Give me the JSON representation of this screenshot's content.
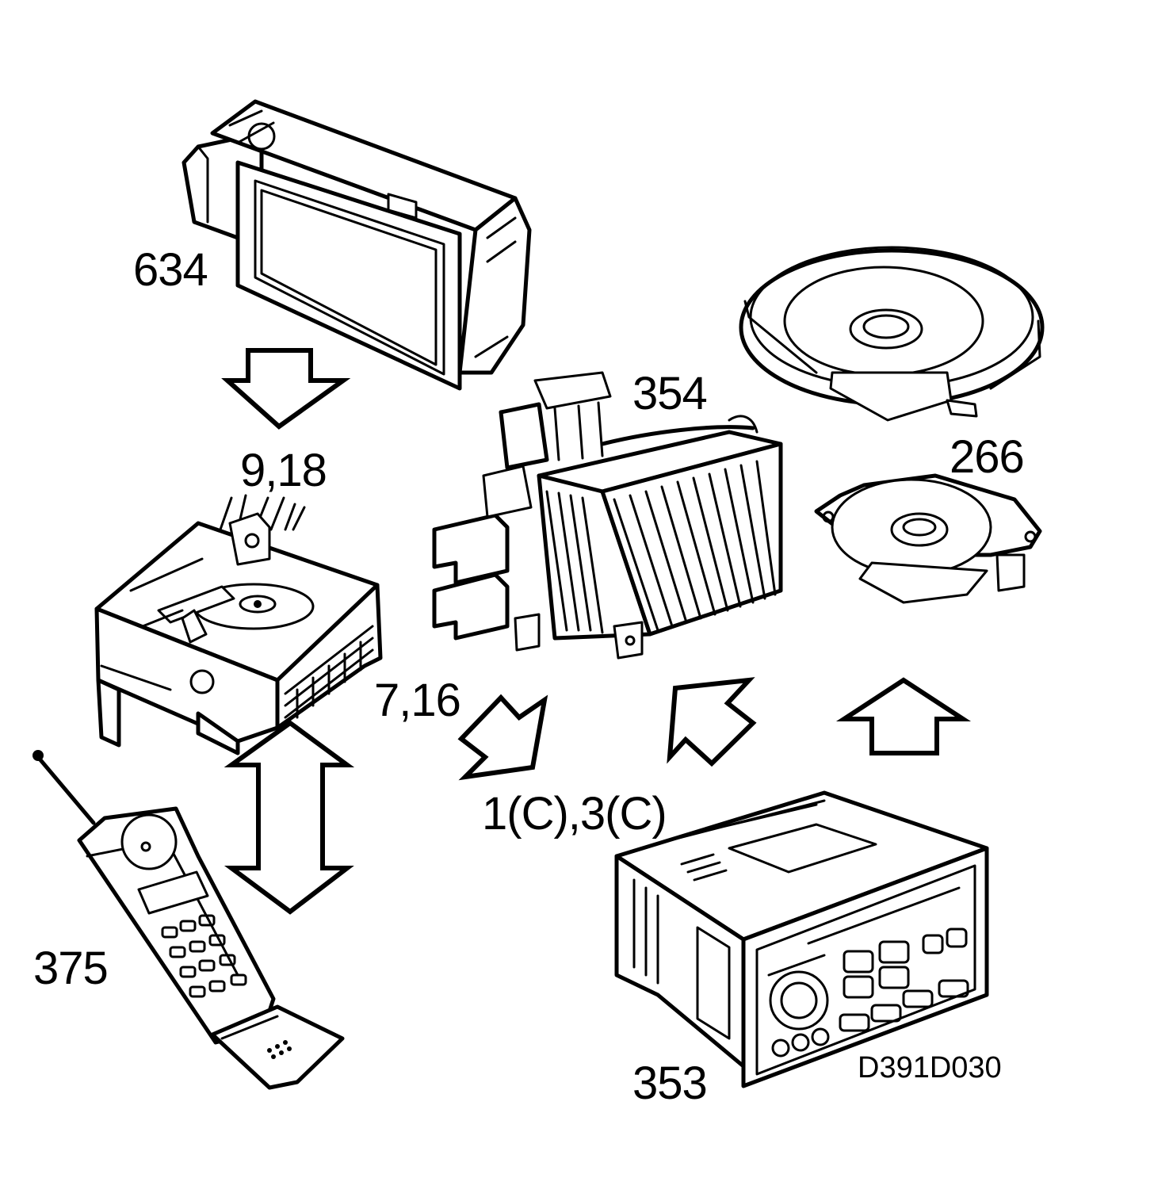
{
  "labels": {
    "display_unit": "634",
    "amplifier": "354",
    "speakers": "266",
    "cd_changer": "9,18",
    "link_a": "7,16",
    "link_b": "1(C),3(C)",
    "phone": "375",
    "radio": "353",
    "drawing_code": "D391D030"
  }
}
